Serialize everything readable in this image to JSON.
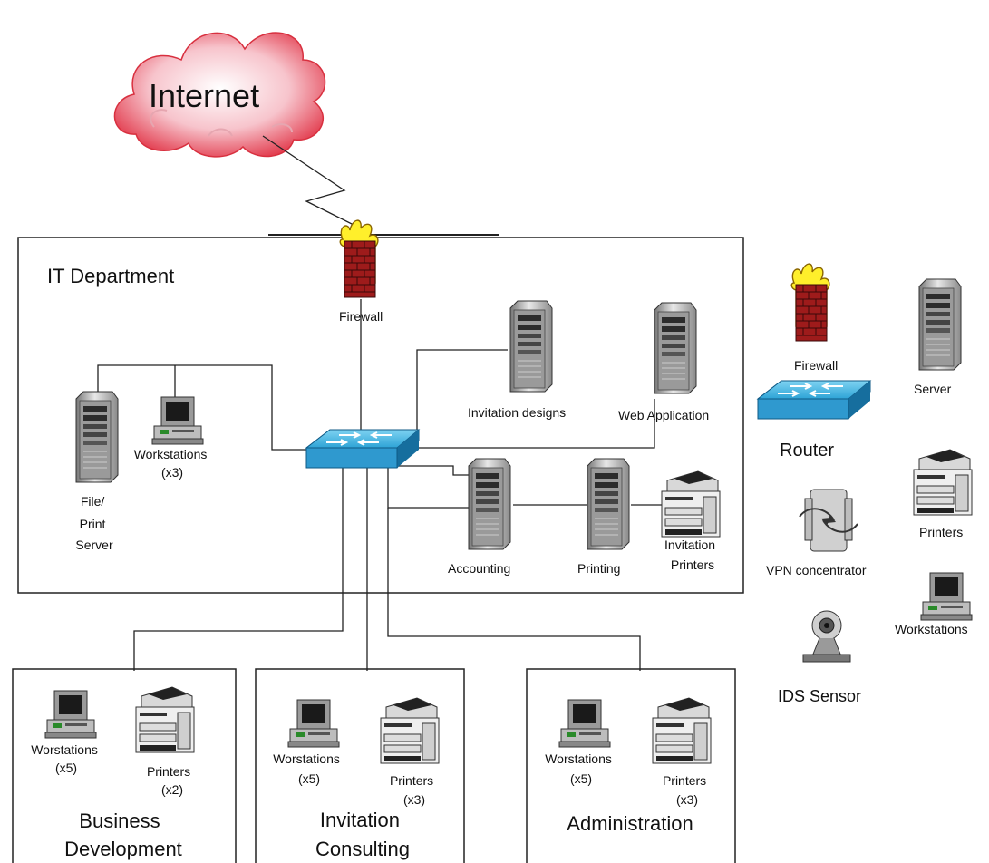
{
  "internet": {
    "label": "Internet"
  },
  "it_department": {
    "title": "IT Department",
    "firewall": "Firewall",
    "file_server": [
      "File/",
      "Print",
      "Server"
    ],
    "workstations": [
      "Workstations",
      "(x3)"
    ],
    "invitation_designs": "Invitation designs",
    "web_application": "Web Application",
    "accounting": "Accounting",
    "printing": "Printing",
    "invitation_printers": [
      "Invitation",
      "Printers"
    ]
  },
  "business_development": {
    "title": [
      "Business",
      "Development"
    ],
    "workstations": [
      "Worstations",
      "(x5)"
    ],
    "printers": [
      "Printers",
      "(x2)"
    ]
  },
  "invitation_consulting": {
    "title": [
      "Invitation",
      "Consulting"
    ],
    "workstations": [
      "Worstations",
      "(x5)"
    ],
    "printers": [
      "Printers",
      "(x3)"
    ]
  },
  "administration": {
    "title": "Administration",
    "workstations": [
      "Worstations",
      "(x5)"
    ],
    "printers": [
      "Printers",
      "(x3)"
    ]
  },
  "legend": {
    "firewall": "Firewall",
    "server": "Server",
    "router": "Router",
    "printers": "Printers",
    "vpn": "VPN concentrator",
    "workstations": "Workstations",
    "ids": "IDS Sensor"
  }
}
